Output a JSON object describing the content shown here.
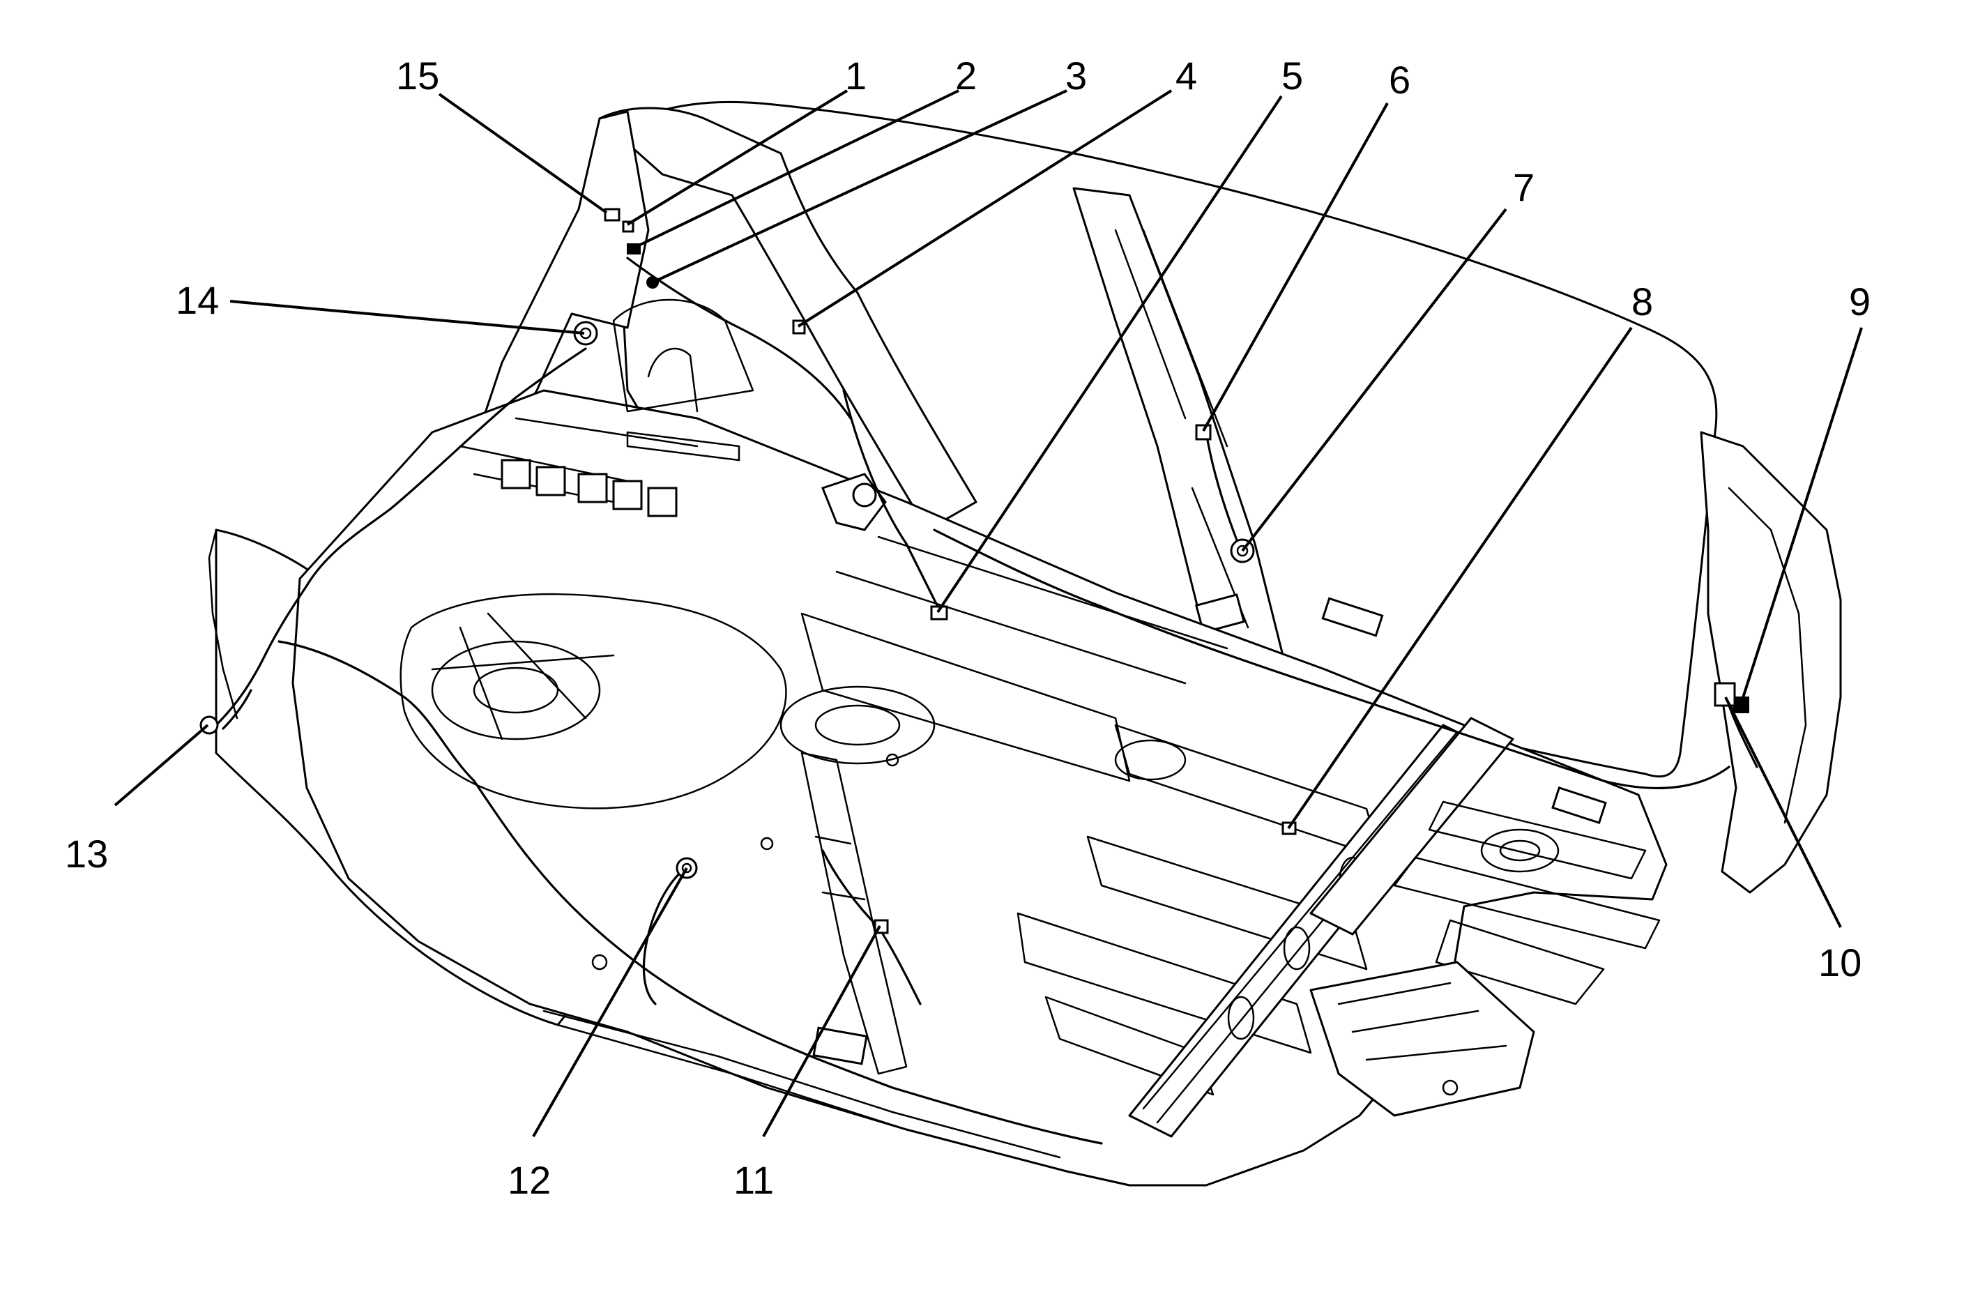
{
  "figure": {
    "callouts": [
      {
        "label": "1"
      },
      {
        "label": "2"
      },
      {
        "label": "3"
      },
      {
        "label": "4"
      },
      {
        "label": "5"
      },
      {
        "label": "6"
      },
      {
        "label": "7"
      },
      {
        "label": "8"
      },
      {
        "label": "9"
      },
      {
        "label": "10"
      },
      {
        "label": "11"
      },
      {
        "label": "12"
      },
      {
        "label": "13"
      },
      {
        "label": "14"
      },
      {
        "label": "15"
      }
    ]
  }
}
